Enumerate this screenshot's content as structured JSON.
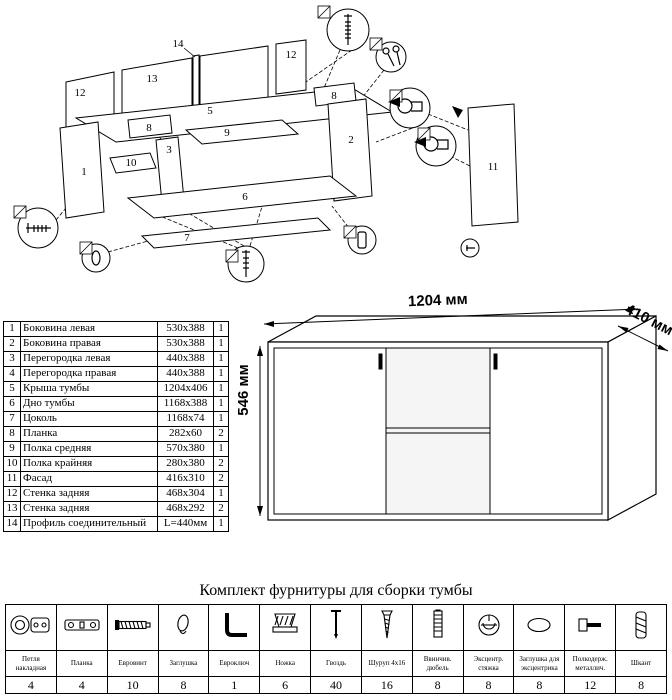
{
  "colors": {
    "ink": "#000000",
    "paper": "#ffffff"
  },
  "diagram": {
    "labels": [
      "14",
      "13",
      "12",
      "12",
      "5",
      "8",
      "8",
      "3",
      "9",
      "10",
      "1",
      "2",
      "6",
      "7",
      "11"
    ],
    "callouts": [
      "long-screw",
      "euro-keys",
      "hinge",
      "hinge",
      "euro-screw",
      "cap",
      "confirmat-screw",
      "wood-dowel"
    ]
  },
  "dimensions": {
    "width": "1204 мм",
    "depth": "410 мм",
    "height": "546 мм"
  },
  "parts_table": {
    "rows": [
      {
        "num": "1",
        "name": "Боковина левая",
        "size": "530x388",
        "qty": "1"
      },
      {
        "num": "2",
        "name": "Боковина правая",
        "size": "530x388",
        "qty": "1"
      },
      {
        "num": "3",
        "name": "Перегородка левая",
        "size": "440x388",
        "qty": "1"
      },
      {
        "num": "4",
        "name": "Перегородка правая",
        "size": "440x388",
        "qty": "1"
      },
      {
        "num": "5",
        "name": "Крыша тумбы",
        "size": "1204x406",
        "qty": "1"
      },
      {
        "num": "6",
        "name": "Дно тумбы",
        "size": "1168x388",
        "qty": "1"
      },
      {
        "num": "7",
        "name": "Цоколь",
        "size": "1168x74",
        "qty": "1"
      },
      {
        "num": "8",
        "name": "Планка",
        "size": "282x60",
        "qty": "2"
      },
      {
        "num": "9",
        "name": "Полка средняя",
        "size": "570x380",
        "qty": "1"
      },
      {
        "num": "10",
        "name": "Полка крайняя",
        "size": "280x380",
        "qty": "2"
      },
      {
        "num": "11",
        "name": "Фасад",
        "size": "416x310",
        "qty": "2"
      },
      {
        "num": "12",
        "name": "Стенка задняя",
        "size": "468x304",
        "qty": "1"
      },
      {
        "num": "13",
        "name": "Стенка задняя",
        "size": "468x292",
        "qty": "2"
      },
      {
        "num": "14",
        "name": "Профиль соединительный",
        "size": "L=440мм",
        "qty": "1"
      }
    ]
  },
  "hardware": {
    "title": "Комплект фурнитуры для сборки тумбы",
    "items": [
      {
        "icon": "hinge-icon",
        "name": "Петля накладная",
        "qty": "4"
      },
      {
        "icon": "mounting-plate-icon",
        "name": "Планка",
        "qty": "4"
      },
      {
        "icon": "euro-screw-icon",
        "name": "Евровинт",
        "qty": "10"
      },
      {
        "icon": "cap-icon",
        "name": "Заглушка",
        "qty": "8"
      },
      {
        "icon": "hex-key-icon",
        "name": "Евроключ",
        "qty": "1"
      },
      {
        "icon": "leg-icon",
        "name": "Ножка",
        "qty": "6"
      },
      {
        "icon": "nail-icon",
        "name": "Гвоздь",
        "qty": "40"
      },
      {
        "icon": "screw-icon",
        "name": "Шуруп 4x16",
        "qty": "16"
      },
      {
        "icon": "dowel-screw-icon",
        "name": "Ввинчив. дюбель",
        "qty": "8"
      },
      {
        "icon": "cam-lock-icon",
        "name": "Эксцентр. стяжка",
        "qty": "8"
      },
      {
        "icon": "cam-cap-icon",
        "name": "Заглушка для эксцентрика",
        "qty": "8"
      },
      {
        "icon": "shelf-support-icon",
        "name": "Полкодерж. металлич.",
        "qty": "12"
      },
      {
        "icon": "wood-dowel-icon",
        "name": "Шкант",
        "qty": "8"
      }
    ]
  }
}
